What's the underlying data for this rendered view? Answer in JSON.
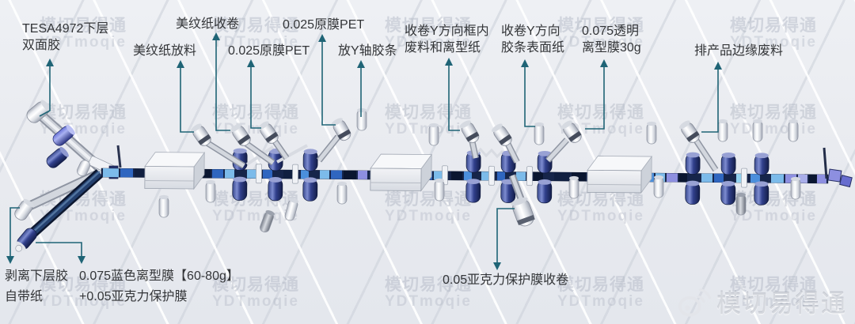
{
  "labels": {
    "tesa_double_tape": [
      "TESA4972下层",
      "双面胶"
    ],
    "masking_paper_rewind": "美纹纸收卷",
    "masking_paper_unwind": "美纹纸放料",
    "pet_film_a": "0.025原膜PET",
    "pet_film_b": "0.025原膜PET",
    "y_axis_tape_feed": "放Y轴胶条",
    "y_frame_waste_rewind": [
      "收卷Y方向框内",
      "废料和离型纸"
    ],
    "y_tape_surface_rewind": [
      "收卷Y方向",
      "胶条表面纸"
    ],
    "clear_release_film": [
      "0.075透明",
      "离型膜30g"
    ],
    "product_edge_waste": "排产品边缘废料",
    "peel_bottom_liner": [
      "剥离下层胶",
      "自带纸"
    ],
    "blue_release_film": [
      "0.075蓝色离型膜【60-80g】",
      "+0.05亚克力保护膜"
    ],
    "acrylic_film_rewind": "0.05亚克力保护膜收卷"
  },
  "watermark": {
    "line1": "模切易得通",
    "line2": "YDTmoqie"
  },
  "logo": {
    "text": "模切易得通",
    "icon": "weibo-eye-icon"
  },
  "colors": {
    "leader": "#1f6476",
    "label_text": "#333538",
    "watermark_text": "#aab1bf",
    "logo_text": "#d5d8de",
    "roller_navy": "#2c3a72",
    "roller_blue": "#5560c8",
    "web_navy": "#101f40",
    "web_blue": "#2f66c0",
    "web_lightblue": "#7cbbea",
    "web_purple": "#8d8fe0",
    "web_midblue": "#4b8fdc",
    "web_lavender": "#a9aeea",
    "web_dark": "#0a1630",
    "web_palecyan": "#93d2f0"
  }
}
